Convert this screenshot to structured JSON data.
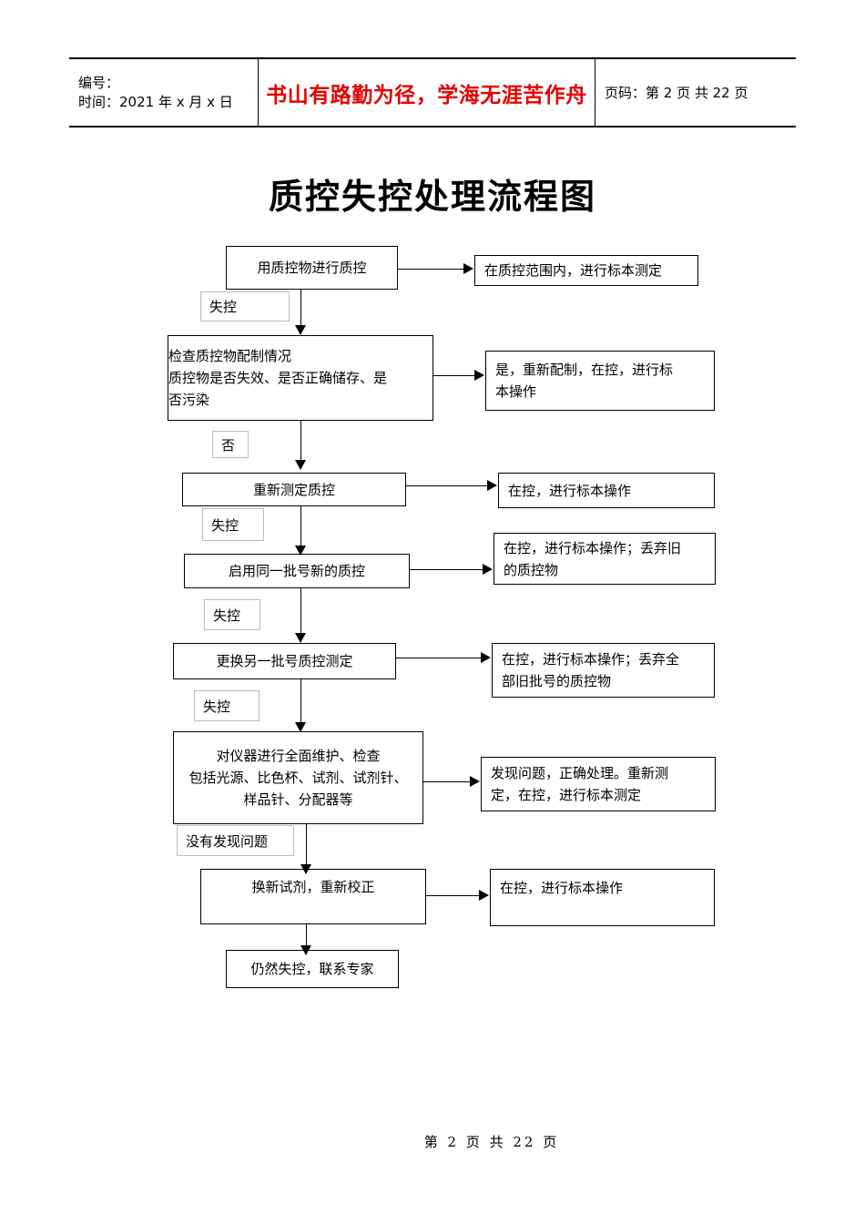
{
  "header": {
    "left_line1": "编号：",
    "left_line2": "时间：2021 年 x 月 x 日",
    "slogan": "书山有路勤为径，学海无涯苦作舟",
    "page_info": "页码：第 2 页  共 22 页"
  },
  "title": "质控失控处理流程图",
  "flow": {
    "nodes": [
      {
        "id": "n1",
        "text": "用质控物进行质控"
      },
      {
        "id": "n1r",
        "text": "在质控范围内，进行标本测定"
      },
      {
        "id": "n2",
        "text": "检查质控物配制情况\n质控物是否失效、是否正确储存、是\n否污染"
      },
      {
        "id": "n2_l1",
        "text": "检查质控物配制情况"
      },
      {
        "id": "n2_l2",
        "text": "质控物是否失效、是否正确储存、是"
      },
      {
        "id": "n2_l3",
        "text": "否污染"
      },
      {
        "id": "n2r_l1",
        "text": "是，重新配制，在控，进行标"
      },
      {
        "id": "n2r_l2",
        "text": "本操作"
      },
      {
        "id": "n3",
        "text": "重新测定质控"
      },
      {
        "id": "n3r",
        "text": "在控，进行标本操作"
      },
      {
        "id": "n4",
        "text": "启用同一批号新的质控"
      },
      {
        "id": "n4r_l1",
        "text": "在控，进行标本操作；丢弃旧"
      },
      {
        "id": "n4r_l2",
        "text": "的质控物"
      },
      {
        "id": "n5",
        "text": "更换另一批号质控测定"
      },
      {
        "id": "n5r_l1",
        "text": "在控，进行标本操作；丢弃全"
      },
      {
        "id": "n5r_l2",
        "text": "部旧批号的质控物"
      },
      {
        "id": "n6_l1",
        "text": "对仪器进行全面维护、检查"
      },
      {
        "id": "n6_l2",
        "text": "包括光源、比色杯、试剂、试剂针、"
      },
      {
        "id": "n6_l3",
        "text": "样品针、分配器等"
      },
      {
        "id": "n6r_l1",
        "text": "发现问题，正确处理。重新测"
      },
      {
        "id": "n6r_l2",
        "text": "定，在控，进行标本测定"
      },
      {
        "id": "n7",
        "text": "换新试剂，重新校正"
      },
      {
        "id": "n7r",
        "text": "在控，进行标本操作"
      },
      {
        "id": "n8",
        "text": "仍然失控，联系专家"
      }
    ],
    "labels": [
      {
        "id": "t1",
        "text": "失控"
      },
      {
        "id": "t2",
        "text": "否"
      },
      {
        "id": "t3",
        "text": "失控"
      },
      {
        "id": "t4",
        "text": "失控"
      },
      {
        "id": "t5",
        "text": "失控"
      },
      {
        "id": "t6",
        "text": "没有发现问题"
      }
    ]
  },
  "footer": {
    "page_text": "第 2 页 共 22 页"
  },
  "colors": {
    "slogan_red": "#e60000",
    "line_black": "#000000",
    "tag_border_gray": "#bbbbbb"
  }
}
